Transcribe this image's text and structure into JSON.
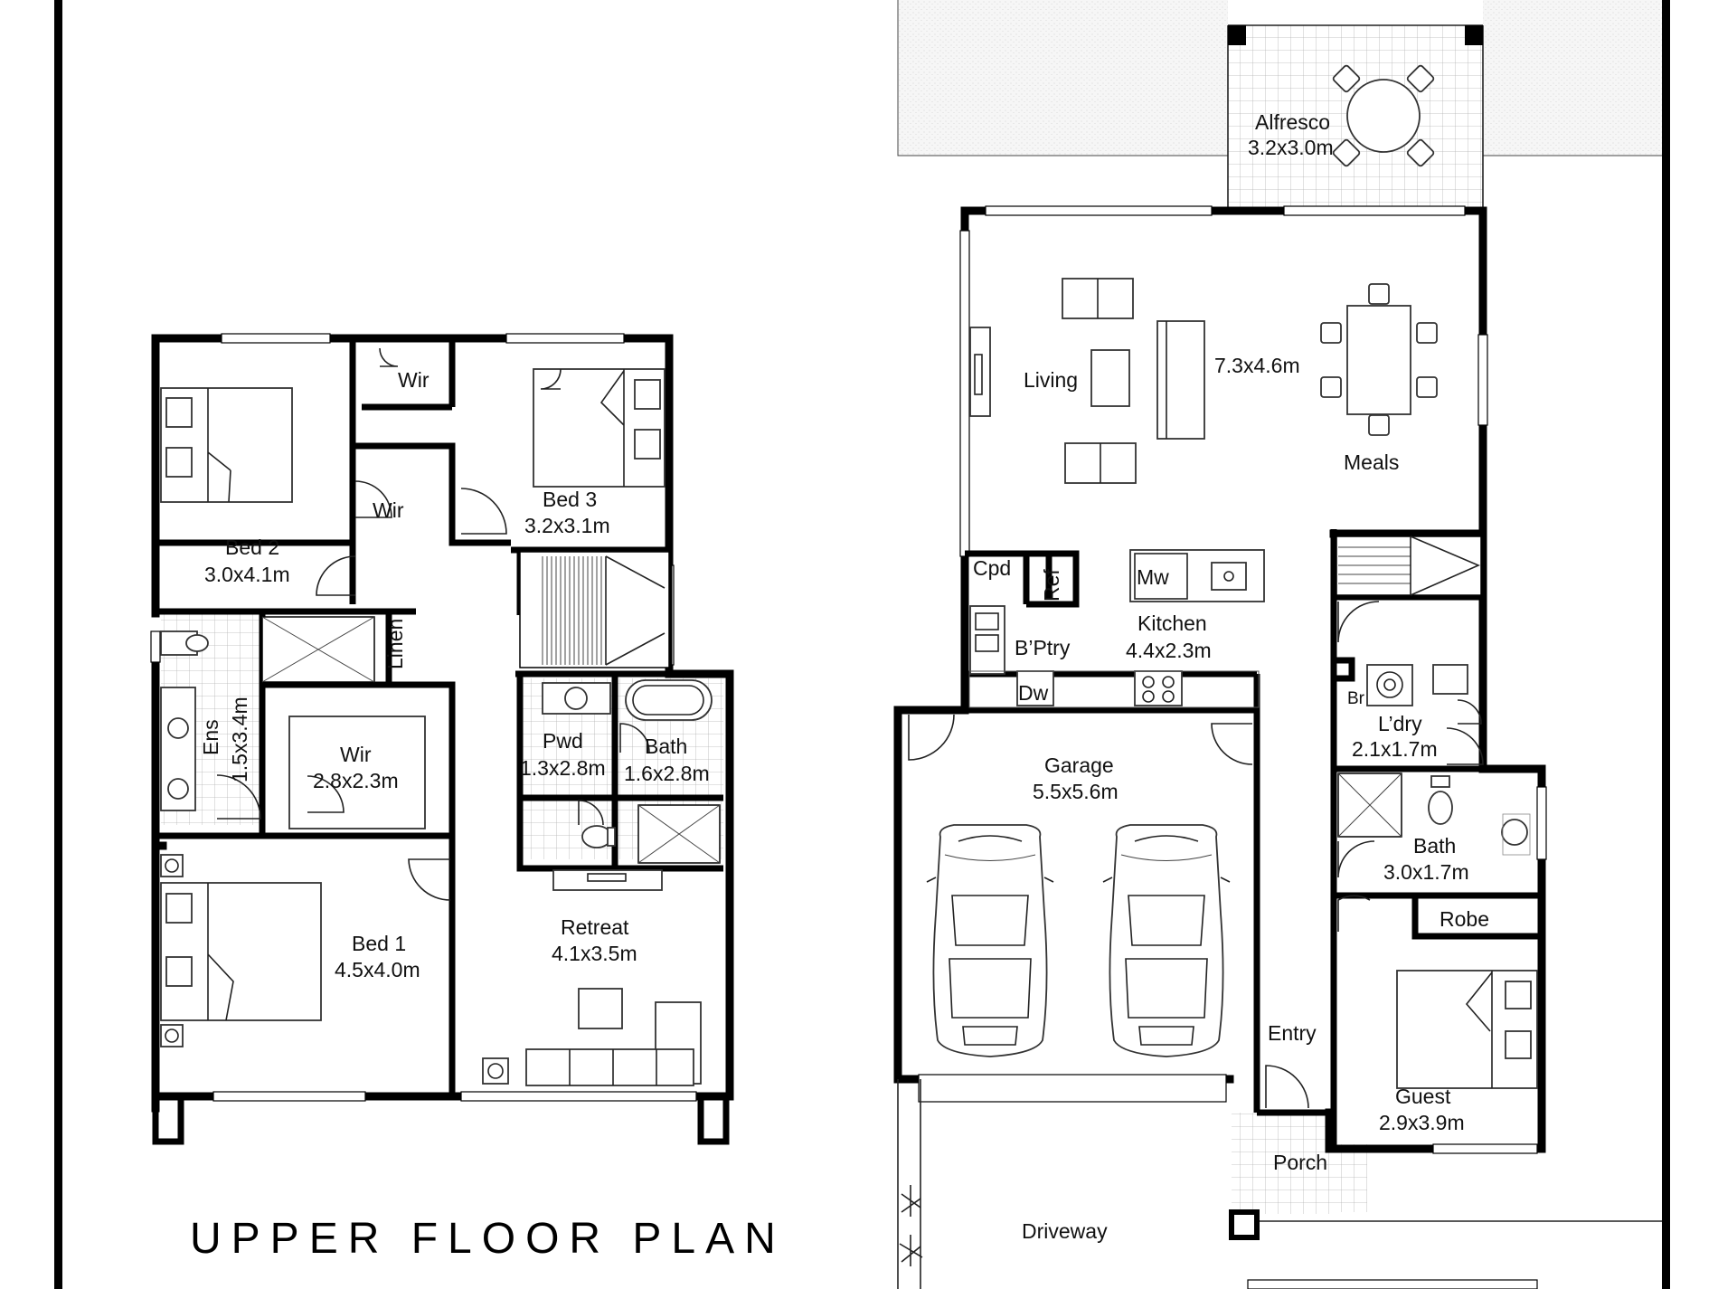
{
  "plan_title": "UPPER FLOOR PLAN",
  "upper_floor": {
    "bed2": {
      "name": "Bed 2",
      "size": "3.0x4.1m"
    },
    "bed3": {
      "name": "Bed 3",
      "size": "3.2x3.1m"
    },
    "wir_top": "Wir",
    "wir_mid": "Wir",
    "linen": "Linen",
    "ens": {
      "name": "Ens",
      "size": "1.5x3.4m"
    },
    "wir_main": {
      "name": "Wir",
      "size": "2.8x2.3m"
    },
    "pwd": {
      "name": "Pwd",
      "size": "1.3x2.8m"
    },
    "bath": {
      "name": "Bath",
      "size": "1.6x2.8m"
    },
    "bed1": {
      "name": "Bed 1",
      "size": "4.5x4.0m"
    },
    "retreat": {
      "name": "Retreat",
      "size": "4.1x3.5m"
    }
  },
  "ground_floor": {
    "alfresco": {
      "name": "Alfresco",
      "size": "3.2x3.0m"
    },
    "living": "Living",
    "living_size": "7.3x4.6m",
    "meals": "Meals",
    "cpd": "Cpd",
    "ref": "Ref",
    "mw": "Mw",
    "kitchen": {
      "name": "Kitchen",
      "size": "4.4x2.3m"
    },
    "bptry": "B’Ptry",
    "dw": "Dw",
    "br": "Br",
    "ldry": {
      "name": "L’dry",
      "size": "2.1x1.7m"
    },
    "garage": {
      "name": "Garage",
      "size": "5.5x5.6m"
    },
    "bath": {
      "name": "Bath",
      "size": "3.0x1.7m"
    },
    "robe": "Robe",
    "entry": "Entry",
    "guest": {
      "name": "Guest",
      "size": "2.9x3.9m"
    },
    "porch": "Porch",
    "driveway": "Driveway"
  }
}
